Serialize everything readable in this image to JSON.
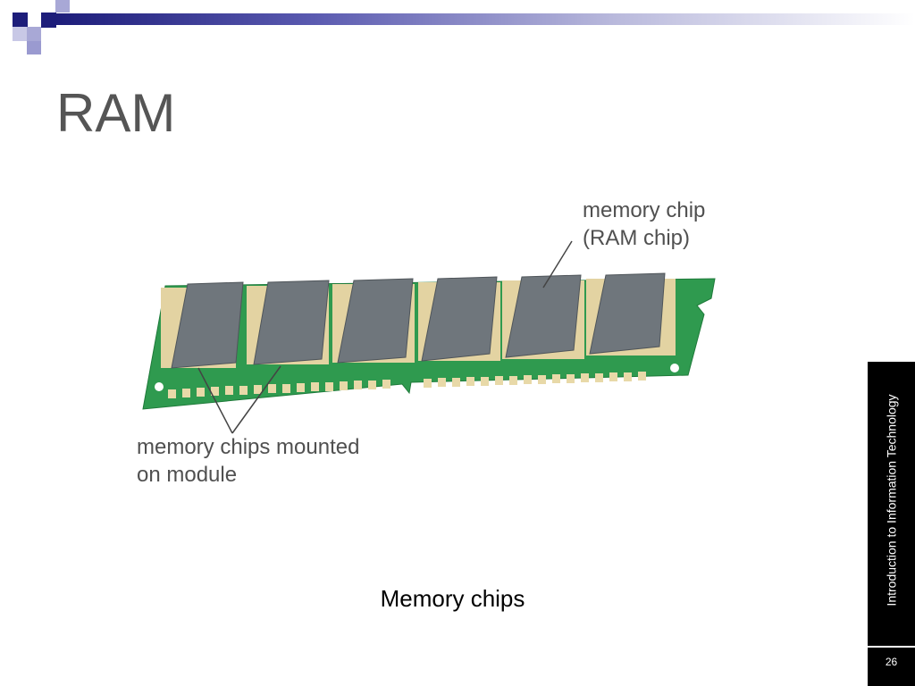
{
  "slide": {
    "title": "RAM",
    "callout_chip_line1": "memory chip",
    "callout_chip_line2": "(RAM chip)",
    "callout_module_line1": "memory chips mounted",
    "callout_module_line2": "on module",
    "caption": "Memory chips",
    "footer_course": "Introduction to Information Technology",
    "page_number": "26"
  },
  "colors": {
    "accent_navy": "#1d1d7a",
    "accent_light": "#9a9ad0",
    "title_gray": "#555555",
    "board_green": "#2f9a4f",
    "chip_gray": "#6f767c",
    "sidebar_black": "#000000"
  }
}
